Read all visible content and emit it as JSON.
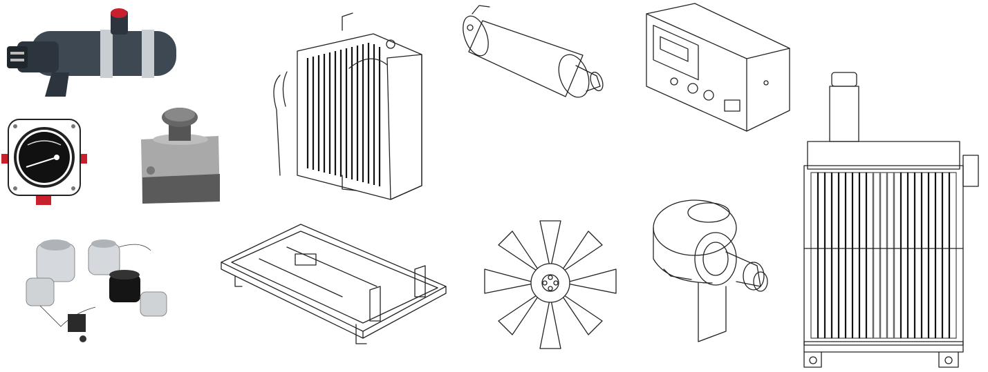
{
  "colors": {
    "background": "#ffffff",
    "line": "#222222",
    "dark_part": "#3a4550",
    "accent_red": "#c8202c",
    "gray_part": "#9a9a9a"
  },
  "items": [
    {
      "id": "connector-plug",
      "icon": "connector-plug-icon"
    },
    {
      "id": "temperature-gauge",
      "icon": "gauge-icon"
    },
    {
      "id": "emergency-stop-button",
      "icon": "emergency-stop-icon"
    },
    {
      "id": "sensor-connectors",
      "icon": "sensor-icon"
    },
    {
      "id": "radiator-with-pipes",
      "icon": "radiator-icon"
    },
    {
      "id": "base-frame",
      "icon": "frame-icon"
    },
    {
      "id": "exhaust-silencer",
      "icon": "silencer-icon"
    },
    {
      "id": "cooling-fan",
      "icon": "fan-icon"
    },
    {
      "id": "control-panel",
      "icon": "control-panel-icon"
    },
    {
      "id": "air-filter",
      "icon": "air-filter-icon"
    },
    {
      "id": "radiator-large",
      "icon": "radiator-icon"
    }
  ]
}
